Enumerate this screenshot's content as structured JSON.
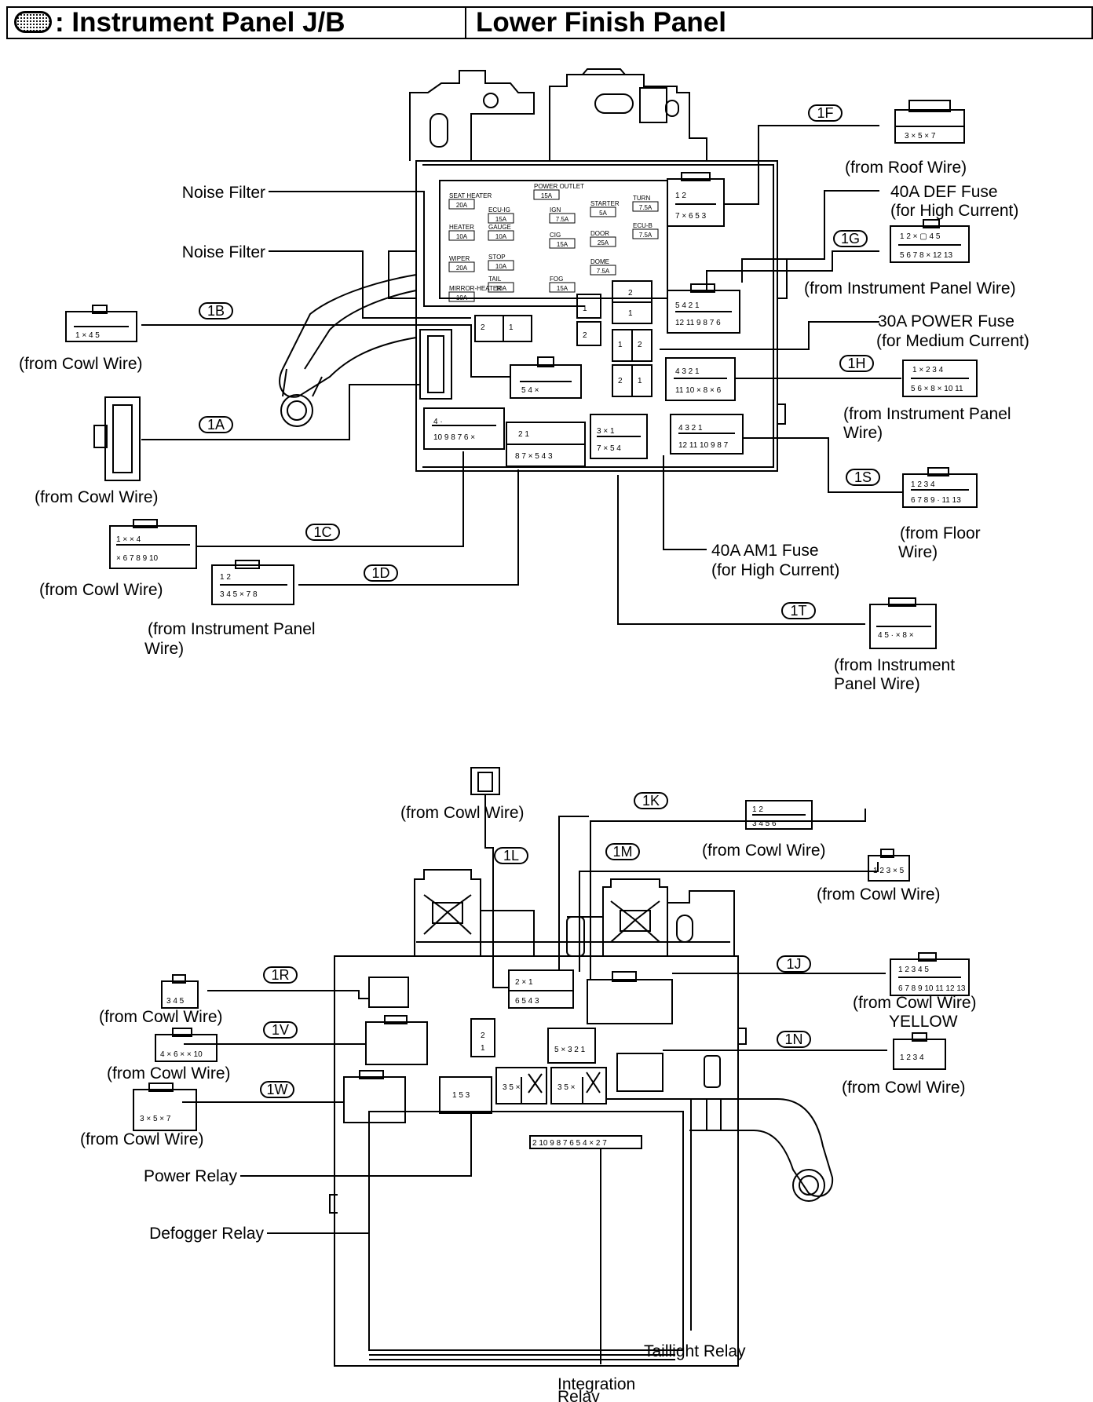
{
  "header": {
    "title_left": "Instrument Panel J/B",
    "title_right": "Lower Finish Panel"
  },
  "connector_tags": {
    "c1F": "1F",
    "c1G": "1G",
    "c1B": "1B",
    "c1H": "1H",
    "c1A": "1A",
    "c1S": "1S",
    "c1C": "1C",
    "c1D": "1D",
    "c1T": "1T",
    "c1K": "1K",
    "c1L": "1L",
    "c1M": "1M",
    "c1R": "1R",
    "c1J": "1J",
    "c1V": "1V",
    "c1N": "1N",
    "c1W": "1W"
  },
  "labels": {
    "noise_filter_1": "Noise Filter",
    "noise_filter_2": "Noise Filter",
    "from_roof_wire": "(from Roof Wire)",
    "def_fuse_1": "40A DEF Fuse",
    "def_fuse_2": "(for High Current)",
    "from_ip_wire_1G": "(from Instrument Panel Wire)",
    "from_cowl_1B": "(from Cowl Wire)",
    "power_fuse_1": "30A POWER Fuse",
    "power_fuse_2": "(for Medium Current)",
    "from_ip_1H_1": "(from Instrument Panel",
    "from_ip_1H_2": "Wire)",
    "from_cowl_1A": "(from Cowl Wire)",
    "from_floor_1": "(from Floor",
    "from_floor_2": "Wire)",
    "from_cowl_1C": "(from Cowl Wire)",
    "am1_fuse_1": "40A AM1 Fuse",
    "am1_fuse_2": "(for High Current)",
    "from_ip_1D_1": "(from Instrument Panel",
    "from_ip_1D_2": "Wire)",
    "from_ip_1T_1": "(from Instrument",
    "from_ip_1T_2": "Panel Wire)",
    "from_cowl_top": "(from Cowl Wire)",
    "from_cowl_1K": "(from Cowl Wire)",
    "from_cowl_1M": "(from Cowl Wire)",
    "from_cowl_1R": "(from Cowl Wire)",
    "from_cowl_1J": "(from Cowl Wire)",
    "yellow": "YELLOW",
    "from_cowl_1V": "(from Cowl Wire)",
    "from_cowl_1N": "(from Cowl Wire)",
    "from_cowl_1W": "(from Cowl Wire)",
    "power_relay": "Power Relay",
    "defogger_relay": "Defogger Relay",
    "taillight_relay": "Taillight Relay",
    "integration_relay_1": "Integration",
    "integration_relay_2": "Relay"
  },
  "fuse_labels": [
    {
      "name": "SEAT HEATER",
      "rating": "20A"
    },
    {
      "name": "POWER OUTLET",
      "rating": "15A"
    },
    {
      "name": "ECU-IG",
      "rating": "15A"
    },
    {
      "name": "IGN",
      "rating": "7.5A"
    },
    {
      "name": "STARTER",
      "rating": "5A"
    },
    {
      "name": "TURN",
      "rating": "7.5A"
    },
    {
      "name": "HEATER",
      "rating": "10A"
    },
    {
      "name": "GAUGE",
      "rating": "10A"
    },
    {
      "name": "CIG",
      "rating": "15A"
    },
    {
      "name": "DOOR",
      "rating": "25A"
    },
    {
      "name": "ECU-B",
      "rating": "7.5A"
    },
    {
      "name": "WIPER",
      "rating": "20A"
    },
    {
      "name": "STOP",
      "rating": "10A"
    },
    {
      "name": "TAIL",
      "rating": "10A"
    },
    {
      "name": "DOME",
      "rating": "7.5A"
    },
    {
      "name": "MIRROR-HEATER",
      "rating": "10A"
    },
    {
      "name": "FOG",
      "rating": "15A"
    }
  ],
  "style": {
    "ink": "#000000",
    "paper": "#ffffff"
  }
}
